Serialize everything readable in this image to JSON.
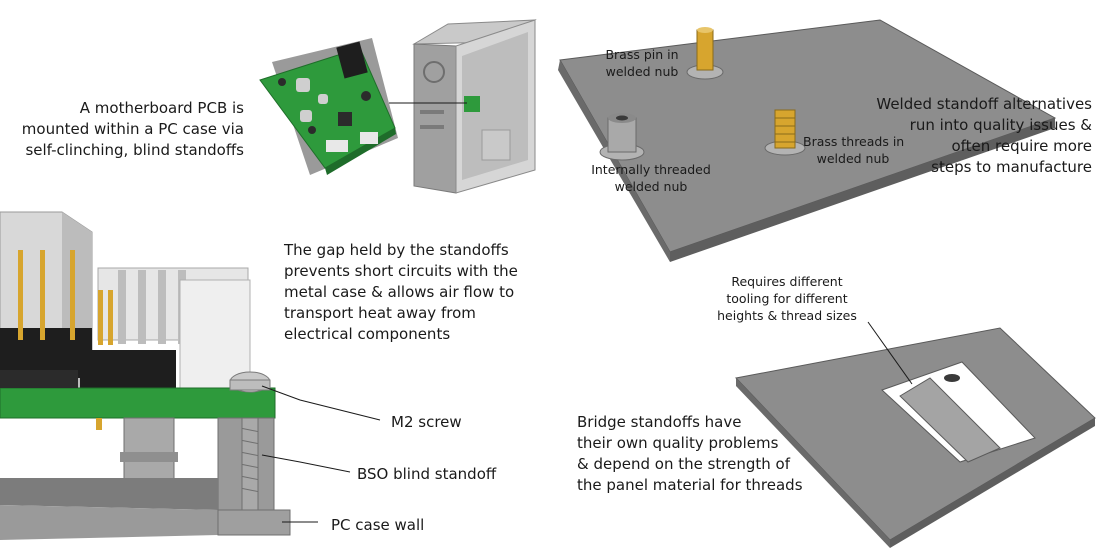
{
  "captions": {
    "motherboard": [
      "A motherboard PCB is",
      "mounted within a PC case via",
      "self-clinching, blind standoffs"
    ],
    "gap": [
      "The gap held by the standoffs",
      "prevents short circuits with the",
      "metal case & allows air flow to",
      "transport heat away from",
      "electrical components"
    ],
    "m2_screw": [
      "M2 screw"
    ],
    "bso": [
      "BSO blind standoff"
    ],
    "case_wall": [
      "PC case wall"
    ],
    "brass_pin": [
      "Brass pin in",
      "welded nub"
    ],
    "internal_nub": [
      "Internally threaded",
      "welded nub"
    ],
    "brass_threads": [
      "Brass threads in",
      "welded nub"
    ],
    "welded": [
      "Welded standoff alternatives",
      "run into quality issues &",
      "often require more",
      "steps to manufacture"
    ],
    "tooling": [
      "Requires different",
      "tooling for different",
      "heights & thread sizes"
    ],
    "bridge": [
      "Bridge standoffs have",
      "their own quality problems",
      "& depend on the strength of",
      "the panel material for threads"
    ]
  },
  "colors": {
    "pcb_green": "#2e9a3c",
    "panel_gray": "#8d8d8d",
    "metal_gray": "#a9a9a9",
    "brass": "#d7a52e",
    "connector_black": "#1e1e1e"
  }
}
